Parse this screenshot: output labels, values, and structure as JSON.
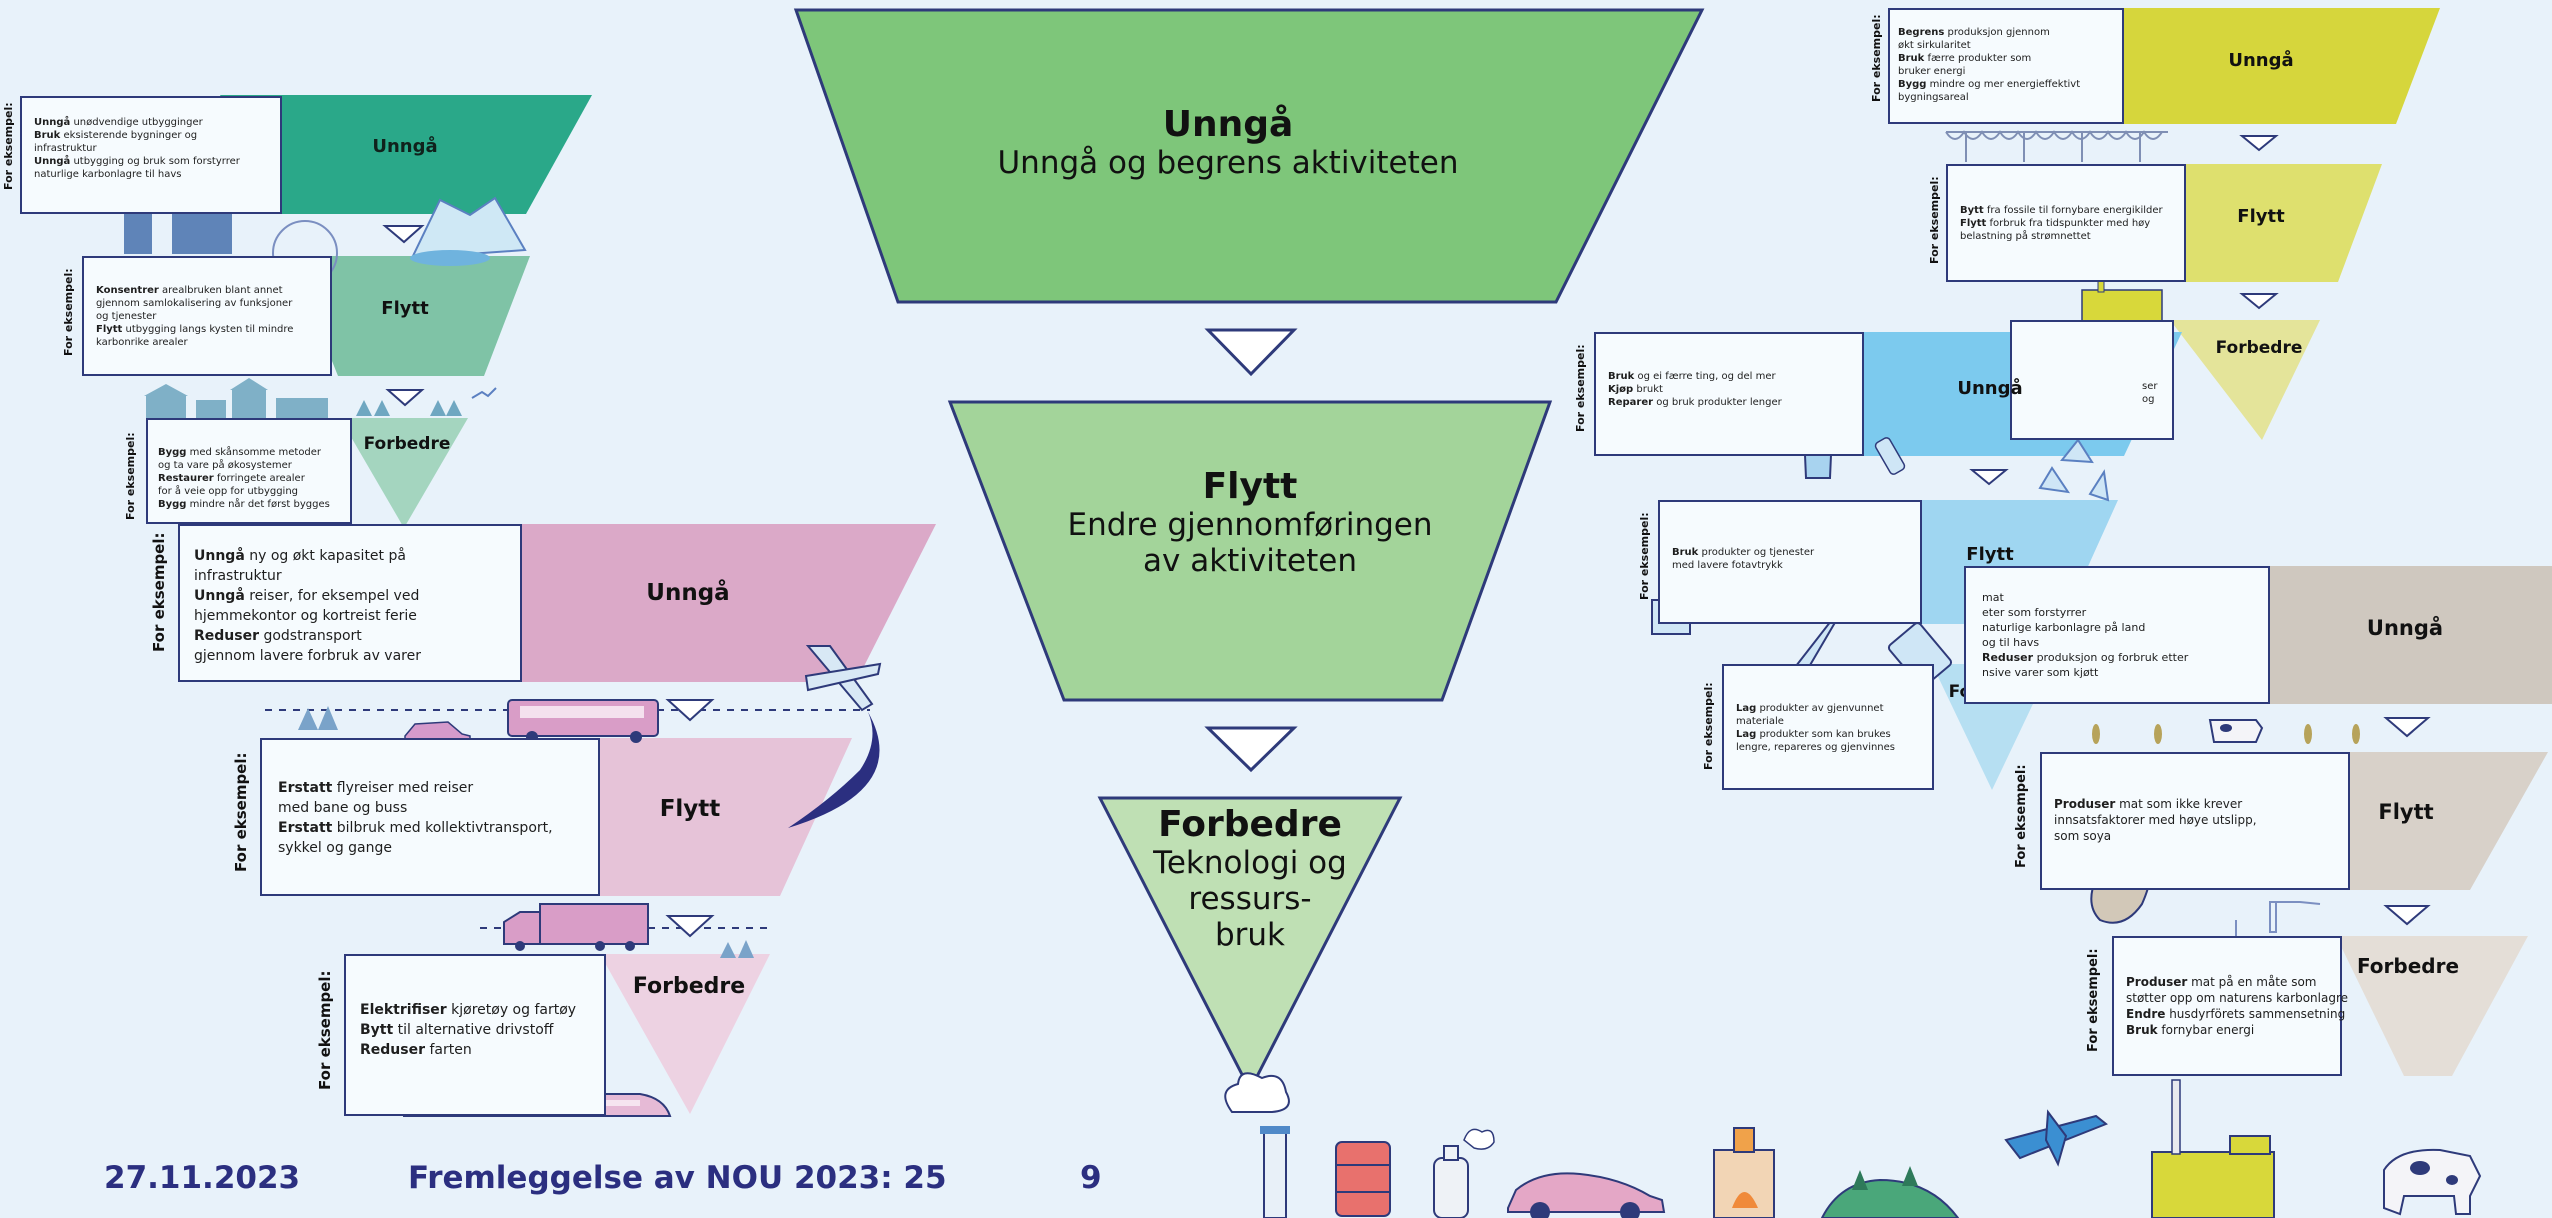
{
  "colors": {
    "background": "#e8f2fa",
    "center_green_top": "#7ec67a",
    "center_green_mid": "#a3d49a",
    "center_green_low": "#bfe0b4",
    "teal": "#2aa889",
    "pink": "#dba9c8",
    "blue": "#7ccaee",
    "yellow": "#d6d63c",
    "beige": "#cfc8bf",
    "outline": "#2e3a7a"
  },
  "center": {
    "unnga": {
      "title": "Unngå",
      "text": "Unngå og begrens aktiviteten"
    },
    "flytt": {
      "title": "Flytt",
      "line1": "Endre gjennomføringen",
      "line2": "av aktiviteten"
    },
    "forbedre": {
      "title": "Forbedre",
      "line1": "Teknologi og",
      "line2": "ressurs-",
      "line3": "bruk"
    }
  },
  "example_label": "For eksempel:",
  "land": {
    "unnga": {
      "label": "Unngå",
      "l1b": "Unngå",
      "l1": " unødvendige utbygginger",
      "l2b": "Bruk",
      "l2": " eksisterende bygninger og",
      "l3": "infrastruktur",
      "l4b": "Unngå",
      "l4": " utbygging og bruk som forstyrrer",
      "l5": "naturlige karbonlagre til havs"
    },
    "flytt": {
      "label": "Flytt",
      "l1b": "Konsentrer",
      "l1": " arealbruken blant annet",
      "l2": "gjennom samlokalisering av funksjoner",
      "l3": "og tjenester",
      "l4b": "Flytt",
      "l4": " utbygging langs kysten til mindre",
      "l5": "karbonrike arealer"
    },
    "forbedre": {
      "label": "Forbedre",
      "l1b": "Bygg",
      "l1": " med skånsomme metoder",
      "l2": "og ta vare på økosystemer",
      "l3b": "Restaurer",
      "l3": " forringete arealer",
      "l4": "for å veie opp for utbygging",
      "l5b": "Bygg",
      "l5": " mindre når det først bygges"
    }
  },
  "transport": {
    "unnga": {
      "label": "Unngå",
      "l1b": "Unngå",
      "l1": " ny og økt kapasitet på",
      "l2": "infrastruktur",
      "l3b": "Unngå",
      "l3": " reiser, for eksempel ved",
      "l4": "hjemmekontor og kortreist ferie",
      "l5b": "Reduser",
      "l5": " godstransport",
      "l6": "gjennom lavere forbruk av varer"
    },
    "flytt": {
      "label": "Flytt",
      "l1b": "Erstatt",
      "l1": " flyreiser med reiser",
      "l2": "med bane og buss",
      "l3b": "Erstatt",
      "l3": " bilbruk med kollektivtransport,",
      "l4": "sykkel og gange"
    },
    "forbedre": {
      "label": "Forbedre",
      "l1b": "Elektrifiser",
      "l1": " kjøretøy og fartøy",
      "l2b": "Bytt",
      "l2": " til alternative drivstoff",
      "l3b": "Reduser",
      "l3": " farten"
    }
  },
  "energy": {
    "unnga": {
      "label": "Unngå",
      "l1b": "Begrens",
      "l1": " produksjon gjennom",
      "l2": "økt sirkularitet",
      "l3b": "Bruk",
      "l3": " færre produkter som",
      "l4": "bruker energi",
      "l5b": "Bygg",
      "l5": " mindre og mer energieffektivt",
      "l6": "bygningsareal"
    },
    "flytt": {
      "label": "Flytt",
      "l1b": "Bytt",
      "l1": " fra fossile til fornybare energikilder",
      "l2b": "Flytt",
      "l2": " forbruk fra tidspunkter med høy",
      "l3": "belastning på strømnettet"
    },
    "forbedre": {
      "label": "Forbedre",
      "l1": "ser og"
    }
  },
  "consumption": {
    "unnga": {
      "label": "Unngå",
      "l1b": "Bruk",
      "l1": " og ei færre ting, og del mer",
      "l2b": "Kjøp",
      "l2": " brukt",
      "l3b": "Reparer",
      "l3": " og bruk produkter lenger"
    },
    "flytt": {
      "label": "Flytt",
      "l1b": "Bruk",
      "l1": " produkter og tjenester",
      "l2": "med lavere fotavtrykk"
    },
    "forbedre": {
      "label": "Forbedre",
      "l1b": "Lag",
      "l1": " produkter av gjenvunnet",
      "l2": "materiale",
      "l3b": "Lag",
      "l3": " produkter som kan brukes",
      "l4": "lengre, repareres og gjenvinnes"
    }
  },
  "food": {
    "unnga": {
      "label": "Unngå",
      "l1": "mat",
      "l2": "eter som forstyrrer",
      "l3": "naturlige karbonlagre på land",
      "l4": "og til havs",
      "l5b": "Reduser",
      "l5": " produksjon og forbruk etter",
      "l6": "nsive varer som kjøtt"
    },
    "flytt": {
      "label": "Flytt",
      "l1b": "Produser",
      "l1": " mat som ikke krever",
      "l2": "innsatsfaktorer med høye utslipp,",
      "l3": "som soya"
    },
    "forbedre": {
      "label": "Forbedre",
      "l1b": "Produser",
      "l1": " mat på en måte som",
      "l2": "støtter opp om naturens karbonlagre",
      "l3b": "Endre",
      "l3": " husdyrförets sammensetning",
      "l4b": "Bruk",
      "l4": " fornybar energi"
    }
  },
  "footer": {
    "date": "27.11.2023",
    "title": "Fremleggelse av NOU 2023: 25",
    "page": "9"
  },
  "icons": [
    "building-icon",
    "iceberg-icon",
    "houses-icon",
    "tree-icon",
    "airplane-icon",
    "bus-icon",
    "car-icon",
    "truck-icon",
    "train-icon",
    "tshirt-icon",
    "bottle-icon",
    "recycle-icon",
    "wrench-icon",
    "bag-icon",
    "phone-icon",
    "cow-icon",
    "wheat-icon",
    "sack-icon",
    "factory-icon",
    "chimney-icon",
    "oil-barrel-icon",
    "gas-tank-icon",
    "fireplace-icon",
    "island-icon"
  ]
}
